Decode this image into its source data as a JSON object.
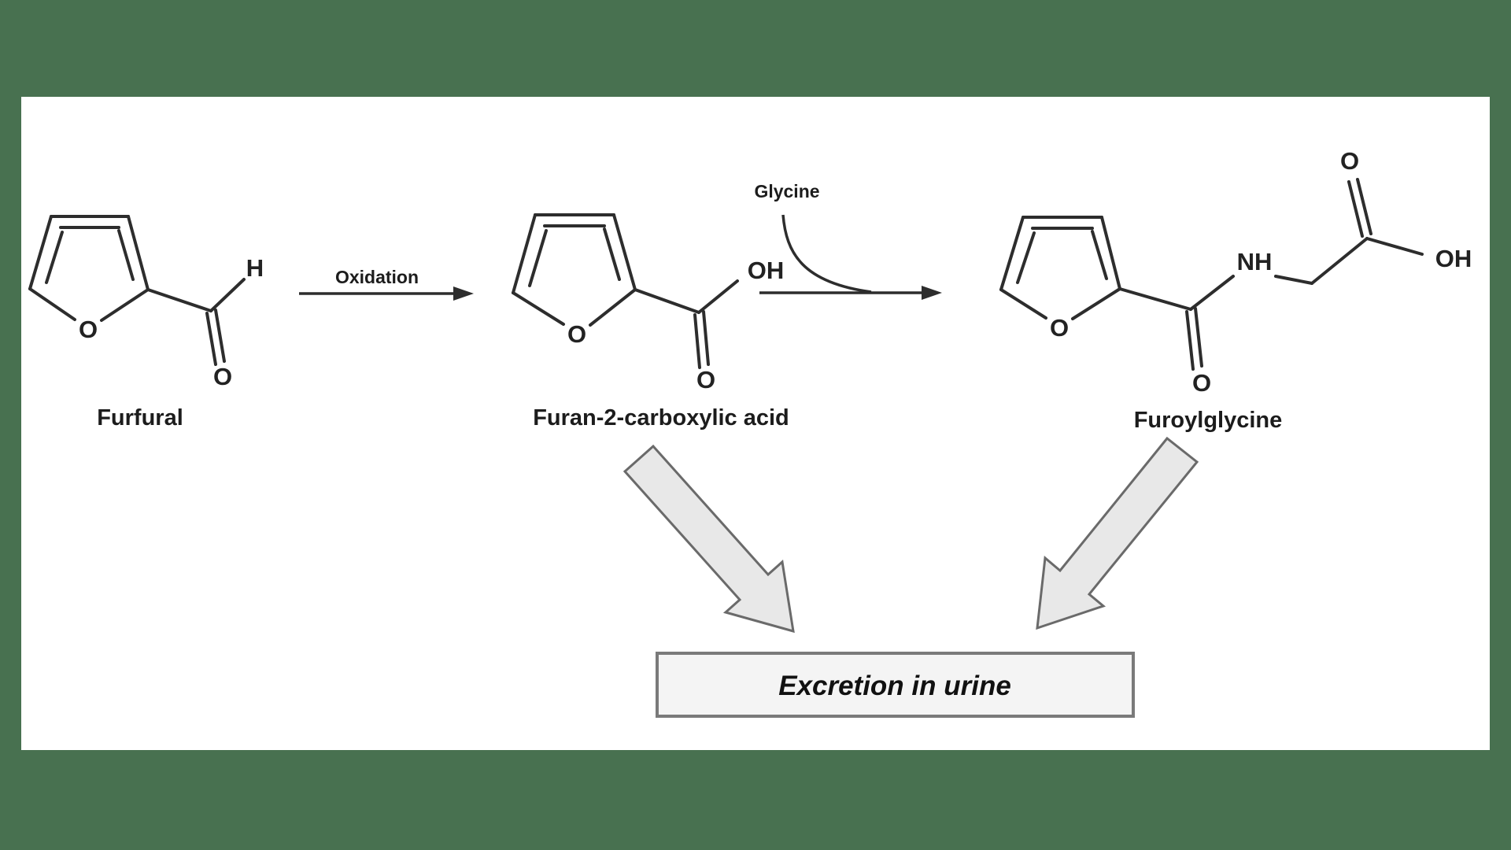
{
  "colors": {
    "page_background": "#487150",
    "panel_background": "#ffffff",
    "bond_color": "#2d2d2d",
    "block_arrow_fill": "#e8e8e8",
    "block_arrow_stroke": "#6a6a6a",
    "excretion_box_fill": "#f4f4f4",
    "excretion_box_border": "#7a7a7a"
  },
  "molecules": {
    "furfural": {
      "name": "Furfural",
      "ring_oxygen": "O",
      "aldehyde_hydrogen": "H",
      "aldehyde_oxygen": "O"
    },
    "furan_2_carboxylic_acid": {
      "name": "Furan-2-carboxylic acid",
      "ring_oxygen": "O",
      "hydroxyl": "OH",
      "carbonyl_oxygen": "O"
    },
    "furoylglycine": {
      "name": "Furoylglycine",
      "ring_oxygen": "O",
      "amide_nh": "NH",
      "amide_oxygen": "O",
      "carboxyl_oxygen": "O",
      "hydroxyl": "OH"
    }
  },
  "reaction_arrows": {
    "oxidation_label": "Oxidation",
    "glycine_label": "Glycine"
  },
  "excretion_box": {
    "label": "Excretion in urine"
  }
}
